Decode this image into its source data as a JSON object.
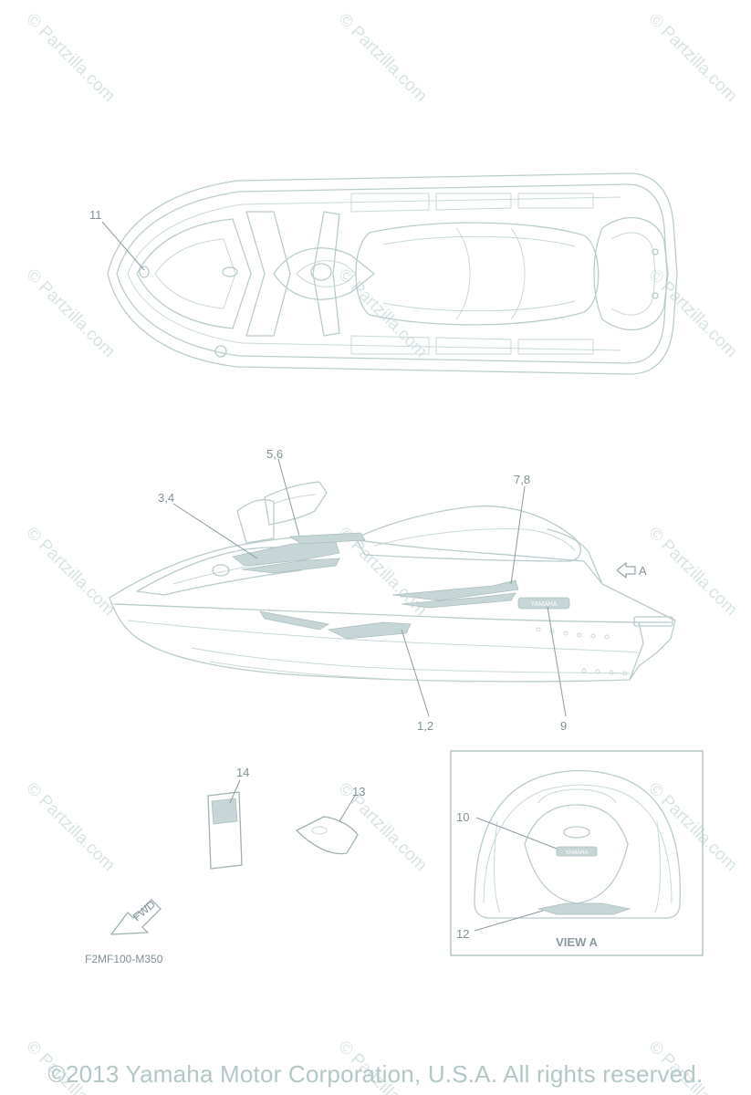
{
  "watermark_text": "© Partzilla.com",
  "callouts": {
    "c11": "11",
    "c56": "5,6",
    "c34": "3,4",
    "c78": "7,8",
    "cA": "A",
    "c12b": "1,2",
    "c9": "9",
    "c14": "14",
    "c13": "13",
    "c10": "10",
    "c12": "12"
  },
  "view_label": "VIEW A",
  "fwd_label": "FWD",
  "decal_brand": "YAMAHA",
  "diagram_code": "F2MF100-M350",
  "copyright": "©2013  Yamaha Motor Corporation, U.S.A. All rights reserved."
}
